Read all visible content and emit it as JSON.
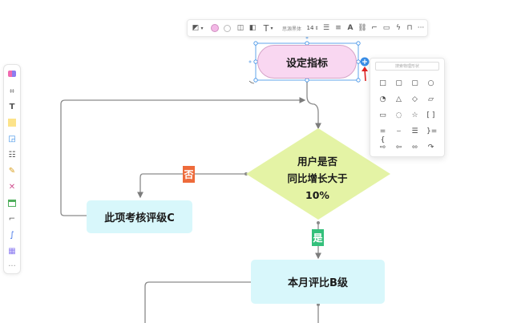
{
  "toolbar": {
    "font_name": "思源黑体",
    "font_size": "14",
    "text_tool": "T",
    "bold_a": "A",
    "more": "···"
  },
  "shape_panel": {
    "search_placeholder": "搜索物理形状",
    "rows": [
      [
        "square-icon",
        "rounded-square-icon",
        "rounded-square-icon",
        "circle-icon"
      ],
      [
        "partial-circle-icon",
        "triangle-icon",
        "diamond-icon",
        "parallelogram-icon"
      ],
      [
        "speech-bubble-icon",
        "oval-bubble-icon",
        "star-icon",
        "bracket-icon"
      ],
      [
        "brace-icon",
        "arc-icon",
        "lines-icon",
        "brace-right-icon"
      ],
      [
        "arrow-right-icon",
        "arrow-left-icon",
        "double-arrow-icon",
        "curved-arrow-icon"
      ]
    ]
  },
  "flowchart": {
    "start": "设定指标",
    "decision": [
      "用户是否",
      "同比增长大于",
      "10%"
    ],
    "no_branch": "此项考核评级C",
    "yes_branch": "本月评比B级",
    "no_label": "否",
    "yes_label": "是"
  },
  "colors": {
    "start_fill": "#f9d7f1",
    "start_border": "#d5a4c8",
    "decision_fill": "#e4f3a5",
    "process_fill": "#d8f7fb",
    "no_badge": "#ee6b3b",
    "yes_badge": "#34c07b",
    "selection_blue": "#3a8ee6",
    "arrow_red": "#e02020"
  }
}
